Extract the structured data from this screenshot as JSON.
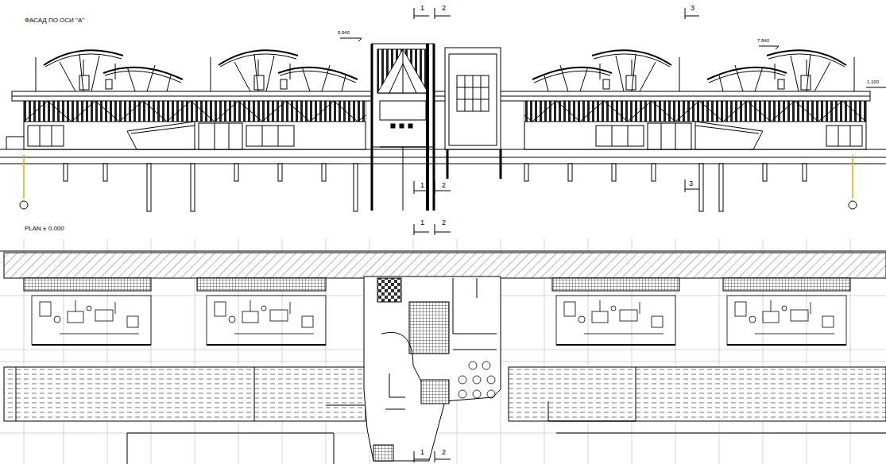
{
  "diagram": {
    "labels": [
      "ФАСАД ПО ОСИ \"А\"",
      "1",
      "2",
      "3",
      "5.940",
      "7.840",
      "1.100",
      "1",
      "2",
      "3",
      "PLAN ± 0.000",
      "1",
      "2",
      "1",
      "2"
    ]
  }
}
